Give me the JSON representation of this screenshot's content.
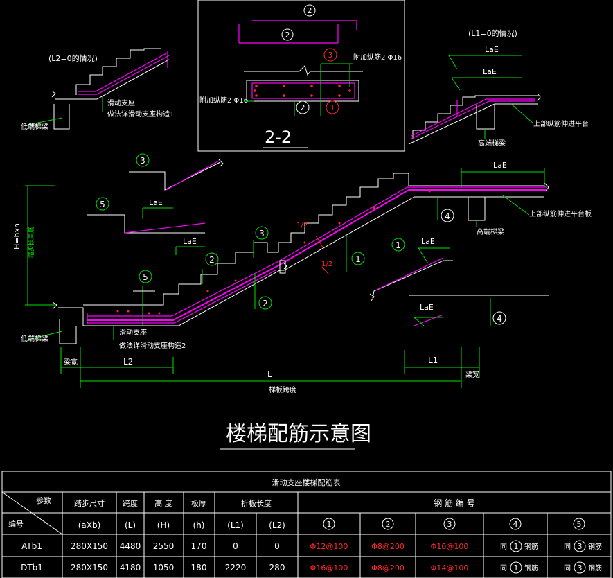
{
  "drawing": {
    "title": "楼梯配筋示意图",
    "section_label": "2-2",
    "notes": {
      "l2_zero": "(L2=0的情况)",
      "l1_zero": "(L1=0的情况)",
      "low_beam": "低端梯梁",
      "high_beam": "高端梯梁",
      "slide_support": "滑动支座",
      "slide_detail_1": "做法详滑动支座构造1",
      "slide_detail_2": "做法详滑动支座构造2",
      "upper_bar_platform": "上部纵筋伸进平台",
      "upper_bar_platform_plate": "上部纵筋伸进平台板",
      "add_bar_left": "附加纵筋2 Φ16",
      "add_bar_right": "附加纵筋2 Φ16",
      "lae": "LaE",
      "height": "H=hxn",
      "height_sub": "踏步段高度",
      "span_L": "L",
      "span_L_sub": "梯板跨度",
      "span_L1": "L1",
      "span_L2": "L2",
      "beam_width": "梁宽",
      "slope_mark": "1/2"
    },
    "bar_marks": [
      "1",
      "2",
      "3",
      "4",
      "5"
    ]
  },
  "table": {
    "title": "滑动支座楼梯配筋表",
    "corner_top": "参数",
    "corner_bottom": "编号",
    "headers": [
      {
        "top": "踏步尺寸",
        "bottom": "(aXb)"
      },
      {
        "top": "跨度",
        "bottom": "(L)"
      },
      {
        "top": "高 度",
        "bottom": "(H)"
      },
      {
        "top": "板厚",
        "bottom": "(h)"
      },
      {
        "top": "折板长度",
        "bottom_left": "(L1)",
        "bottom_right": "(L2)"
      },
      {
        "top": "钢 筋 编 号",
        "marks": [
          "1",
          "2",
          "3",
          "4",
          "5"
        ]
      }
    ],
    "rows": [
      {
        "id": "ATb1",
        "step": "280X150",
        "L": "4480",
        "H": "2550",
        "h": "170",
        "L1": "0",
        "L2": "0",
        "b1": "Φ12@100",
        "b2": "Φ8@200",
        "b3": "Φ10@100",
        "b4_pre": "同",
        "b4_mark": "1",
        "b4_post": "钢筋",
        "b5_pre": "同",
        "b5_mark": "3",
        "b5_post": "钢筋"
      },
      {
        "id": "DTb1",
        "step": "280X150",
        "L": "4180",
        "H": "1050",
        "h": "180",
        "L1": "2220",
        "L2": "280",
        "b1": "Φ16@100",
        "b2": "Φ8@200",
        "b3": "Φ14@100",
        "b4_pre": "同",
        "b4_mark": "1",
        "b4_post": "钢筋",
        "b5_pre": "同",
        "b5_mark": "3",
        "b5_post": "钢筋"
      }
    ]
  }
}
